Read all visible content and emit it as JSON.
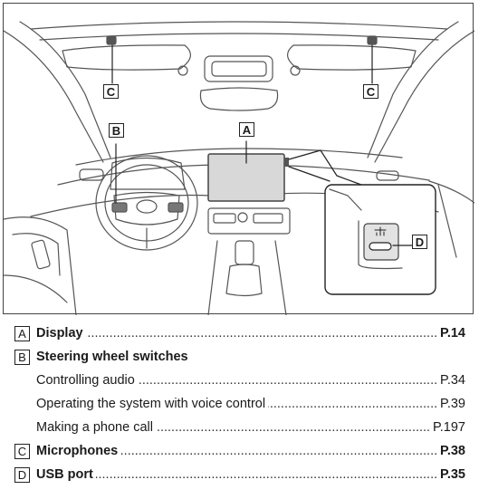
{
  "figure": {
    "callouts": {
      "a": "A",
      "b": "B",
      "c_left": "C",
      "c_right": "C",
      "d": "D"
    },
    "usb_symbol": "⭍"
  },
  "legend": [
    {
      "marker": "A",
      "label": "Display",
      "page": "P.14",
      "bold": true
    },
    {
      "marker": "B",
      "label": "Steering wheel switches",
      "page": "",
      "bold": true
    },
    {
      "marker": "",
      "label": "Controlling audio",
      "page": "P.34",
      "bold": false
    },
    {
      "marker": "",
      "label": "Operating the system with voice control",
      "page": "P.39",
      "bold": false
    },
    {
      "marker": "",
      "label": "Making a phone call",
      "page": "P.197",
      "bold": false
    },
    {
      "marker": "C",
      "label": "Microphones",
      "page": "P.38",
      "bold": true
    },
    {
      "marker": "D",
      "label": "USB port",
      "page": "P.35",
      "bold": true
    }
  ],
  "dot_leader": "........................................................................................................................................................................................................"
}
